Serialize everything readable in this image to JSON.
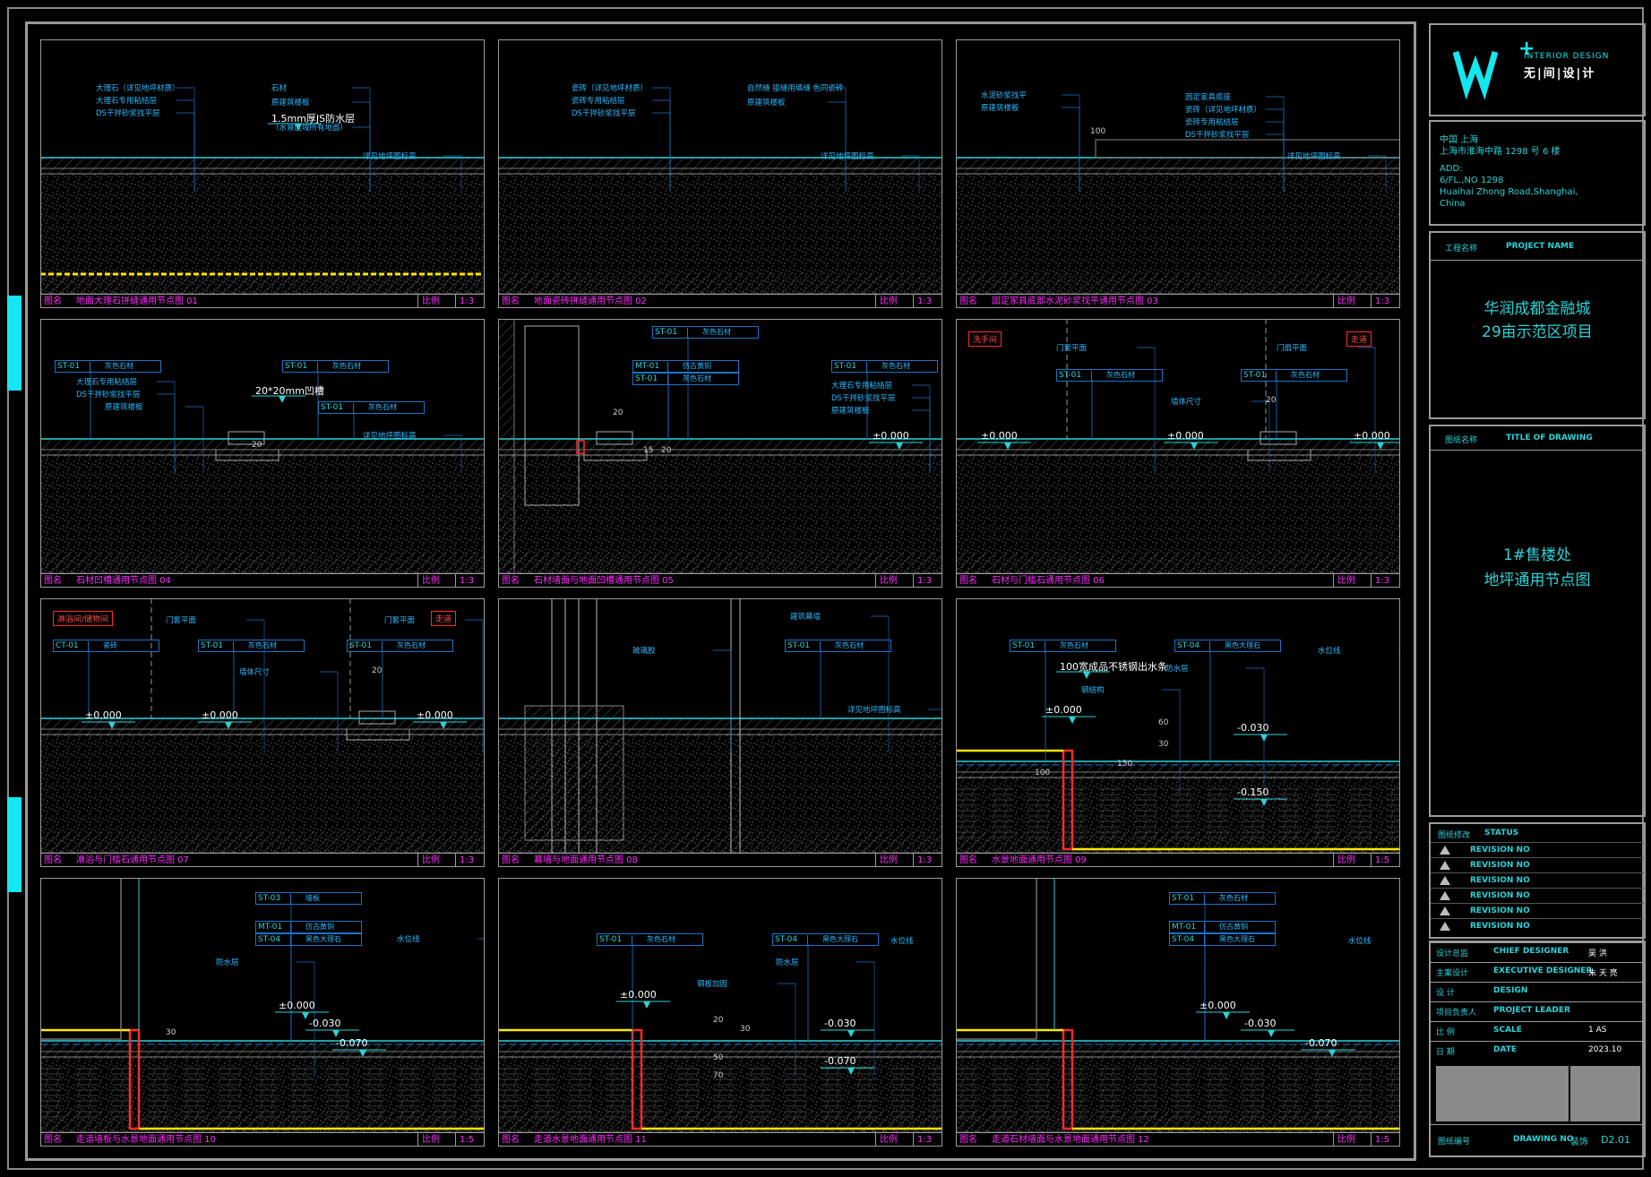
{
  "colors": {
    "cyan": "#29d3d8",
    "magenta": "#ff2bff",
    "yellow": "#ffe600",
    "red": "#ff2a2a",
    "line_blue": "#1a73c9",
    "grey": "#9a9a9a"
  },
  "panels": [
    {
      "id": "01",
      "caption_a": "图名",
      "caption_title": "地面大理石拼缝通用节点图  01",
      "caption_b": "比例",
      "caption_scale": "1:3",
      "notes": [
        "大理石（详见地坪材质）",
        "大理石专用粘结层",
        "DS干拌砂浆找平层",
        "石材",
        "原建筑楼板",
        "1.5mm厚JS防水层",
        "（水景区域所有地面）",
        "详见地坪图标高"
      ]
    },
    {
      "id": "02",
      "caption_a": "图名",
      "caption_title": "地面瓷砖拼缝通用节点图  02",
      "caption_b": "比例",
      "caption_scale": "1:3",
      "notes": [
        "瓷砖（详见地坪材质）",
        "瓷砖专用粘结层",
        "DS干拌砂浆找平层",
        "自然缝 接缝用填缝 色同瓷砖",
        "原建筑楼板",
        "详见地坪图标高"
      ]
    },
    {
      "id": "03",
      "caption_a": "图名",
      "caption_title": "固定家具底部水泥砂浆找平通用节点图  03",
      "caption_b": "比例",
      "caption_scale": "1:3",
      "notes": [
        "水泥砂浆找平",
        "原建筑楼板",
        "固定家具底座",
        "瓷砖（详见地坪材质）",
        "瓷砖专用粘结层",
        "DS干拌砂浆找平层",
        "100",
        "详见地坪图标高"
      ]
    },
    {
      "id": "04",
      "caption_a": "图名",
      "caption_title": "石材凹槽通用节点图  04",
      "caption_b": "比例",
      "caption_scale": "1:3",
      "tags": [
        {
          "code": "ST-01",
          "desc": "灰色石材"
        },
        {
          "code": "ST-01",
          "desc": "灰色石材"
        },
        {
          "code": "ST-01",
          "desc": "灰色石材"
        }
      ],
      "notes": [
        "大理石专用粘结层",
        "DS干拌砂浆找平层",
        "原建筑楼板",
        "20*20mm凹槽",
        "20",
        "详见地坪图标高"
      ]
    },
    {
      "id": "05",
      "caption_a": "图名",
      "caption_title": "石材墙面与地面凹槽通用节点图  05",
      "caption_b": "比例",
      "caption_scale": "1:3",
      "tags": [
        {
          "code": "ST-01",
          "desc": "灰色石材"
        },
        {
          "code": "MT-01",
          "desc": "仿古黄铜"
        },
        {
          "code": "ST-01",
          "desc": "灰色石材"
        },
        {
          "code": "ST-01",
          "desc": "灰色石材"
        }
      ],
      "notes": [
        "大理石专用粘结层",
        "DS干拌砂浆找平层",
        "原建筑楼板",
        "±0.000",
        "20",
        "15",
        "20"
      ]
    },
    {
      "id": "06",
      "caption_a": "图名",
      "caption_title": "石材与门槛石通用节点图  06",
      "caption_b": "比例",
      "caption_scale": "1:3",
      "redtags": [
        "洗手间",
        "走道"
      ],
      "tags": [
        {
          "code": "ST-01",
          "desc": "灰色石材"
        },
        {
          "code": "ST-01",
          "desc": "灰色石材"
        }
      ],
      "notes": [
        "门套平面",
        "门扇平面",
        "墙体尺寸",
        "20",
        "±0.000",
        "±0.000",
        "±0.000"
      ]
    },
    {
      "id": "07",
      "caption_a": "图名",
      "caption_title": "淋浴与门槛石通用节点图  07",
      "caption_b": "比例",
      "caption_scale": "1:3",
      "redtags": [
        "淋浴间/储物间",
        "走道"
      ],
      "tags": [
        {
          "code": "CT-01",
          "desc": "瓷砖"
        },
        {
          "code": "ST-01",
          "desc": "灰色石材"
        },
        {
          "code": "ST-01",
          "desc": "灰色石材"
        }
      ],
      "notes": [
        "门套平面",
        "门套平面",
        "墙体尺寸",
        "20",
        "±0.000",
        "±0.000",
        "±0.000"
      ]
    },
    {
      "id": "08",
      "caption_a": "图名",
      "caption_title": "幕墙与地面通用节点图  08",
      "caption_b": "比例",
      "caption_scale": "1:3",
      "tags": [
        {
          "code": "ST-01",
          "desc": "灰色石材"
        }
      ],
      "notes": [
        "建筑幕墙",
        "玻璃胶",
        "详见地坪图标高"
      ]
    },
    {
      "id": "09",
      "caption_a": "图名",
      "caption_title": "水景地面通用节点图  09",
      "caption_b": "比例",
      "caption_scale": "1:5",
      "tags": [
        {
          "code": "ST-01",
          "desc": "灰色石材"
        },
        {
          "code": "ST-04",
          "desc": "黑色大理石"
        }
      ],
      "notes": [
        "100宽成品不锈钢出水条",
        "防水层",
        "钢结构",
        "水位线",
        "±0.000",
        "-0.030",
        "-0.150",
        "100",
        "150",
        "30",
        "60"
      ]
    },
    {
      "id": "10",
      "caption_a": "图名",
      "caption_title": "走道墙板与水景地面通用节点图  10",
      "caption_b": "比例",
      "caption_scale": "1:5",
      "tags": [
        {
          "code": "ST-03",
          "desc": "墙板"
        },
        {
          "code": "MT-01",
          "desc": "仿古黄铜"
        },
        {
          "code": "ST-04",
          "desc": "黑色大理石"
        }
      ],
      "notes": [
        "防水层",
        "水位线",
        "±0.000",
        "-0.030",
        "-0.070",
        "30"
      ]
    },
    {
      "id": "11",
      "caption_a": "图名",
      "caption_title": "走道水景地面通用节点图  11",
      "caption_b": "比例",
      "caption_scale": "1:3",
      "tags": [
        {
          "code": "ST-01",
          "desc": "灰色石材"
        },
        {
          "code": "ST-04",
          "desc": "黑色大理石"
        }
      ],
      "notes": [
        "钢板加固",
        "防水层",
        "水位线",
        "±0.000",
        "-0.030",
        "-0.070",
        "20",
        "30",
        "50",
        "70"
      ]
    },
    {
      "id": "12",
      "caption_a": "图名",
      "caption_title": "走道石材墙面与水景地面通用节点图  12",
      "caption_b": "比例",
      "caption_scale": "1:5",
      "tags": [
        {
          "code": "ST-01",
          "desc": "灰色石材"
        },
        {
          "code": "MT-01",
          "desc": "仿古黄铜"
        },
        {
          "code": "ST-04",
          "desc": "黑色大理石"
        }
      ],
      "notes": [
        "水位线",
        "±0.000",
        "-0.030",
        "-0.070"
      ]
    }
  ],
  "title_block": {
    "logo_mark": "W",
    "logo_plus": "+",
    "logo_en": "INTERIOR DESIGN",
    "logo_cn": "无|间|设|计",
    "addr_cn_1": "中国 上海",
    "addr_cn_2": "上海市淮海中路 1298 号 6 楼",
    "addr_en_label": "ADD:",
    "addr_en_1": "6/FL.,NO 1298",
    "addr_en_2": "Huaihai Zhong Road,Shanghai,",
    "addr_en_3": "China",
    "proj_label_cn": "工程名称",
    "proj_label_en": "PROJECT NAME",
    "proj_name_1": "华润成都金融城",
    "proj_name_2": "29亩示范区项目",
    "draw_label_cn": "图纸名称",
    "draw_label_en": "TITLE OF DRAWING",
    "draw_name_1": "1#售楼处",
    "draw_name_2": "地坪通用节点图",
    "status_cn": "图纸修改",
    "status_en": "STATUS",
    "revisions": [
      "REVISION NO",
      "REVISION NO",
      "REVISION NO",
      "REVISION NO",
      "REVISION NO",
      "REVISION NO"
    ],
    "rows": [
      {
        "cn": "设计总监",
        "en": "CHIEF DESIGNER",
        "val": "吴  洪"
      },
      {
        "cn": "主案设计",
        "en": "EXECUTIVE DESIGNER",
        "val": "朱 天 亮"
      },
      {
        "cn": "设    计",
        "en": "DESIGN",
        "val": ""
      },
      {
        "cn": "项目负责人",
        "en": "PROJECT LEADER",
        "val": ""
      },
      {
        "cn": "比    例",
        "en": "SCALE",
        "val": "1 AS"
      },
      {
        "cn": "日    期",
        "en": "DATE",
        "val": "2023.10"
      }
    ],
    "drawing_no_cn": "图纸编号",
    "drawing_no_en": "DRAWING NO",
    "drawing_no_prefix": "装饰",
    "drawing_no": "D2.01"
  }
}
